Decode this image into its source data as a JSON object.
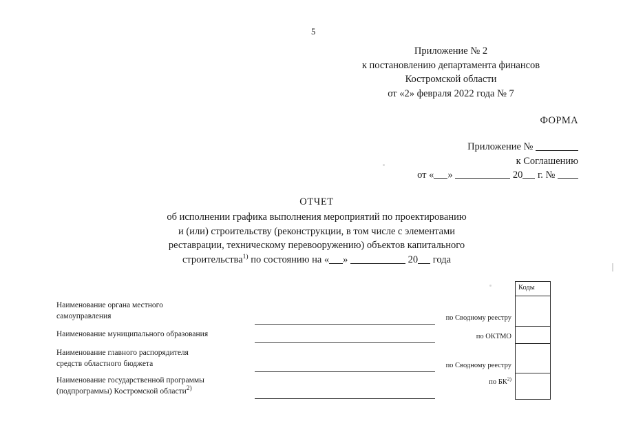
{
  "document": {
    "page_number": "5",
    "appendix_header": {
      "lines": [
        "Приложение № 2",
        "к постановлению департамента финансов",
        "Костромской области",
        "от «2» февраля 2022 года № 7"
      ]
    },
    "form_word": "ФОРМА",
    "agreement_block": {
      "line1_prefix": "Приложение №",
      "line2": "к Соглашению",
      "line3_part1": "от «",
      "line3_part2": "»",
      "line3_part3": "20",
      "line3_part4": "г. №"
    },
    "report": {
      "title": "ОТЧЕТ",
      "subtitle_lines": [
        "об исполнении графика выполнения мероприятий по проектированию",
        "и (или) строительству (реконструкции, в том числе с элементами",
        "реставрации, техническому перевооружению) объектов капитального"
      ],
      "subtitle_last_prefix": "строительства",
      "subtitle_last_sup": "1)",
      "subtitle_last_mid": "по состоянию на «",
      "subtitle_last_quote": "»",
      "subtitle_last_year": "20",
      "subtitle_last_suffix": "года"
    },
    "fields": [
      {
        "label_lines": [
          "Наименование органа местного",
          "самоуправления"
        ],
        "code_caption": "по Сводному реестру",
        "code_caption_sup": ""
      },
      {
        "label_lines": [
          "Наименование муниципального образования"
        ],
        "code_caption": "по ОКТМО",
        "code_caption_sup": ""
      },
      {
        "label_lines": [
          "Наименование главного распорядителя",
          "средств областного бюджета"
        ],
        "code_caption": "по Сводному реестру",
        "code_caption_sup": ""
      },
      {
        "label_lines": [
          "Наименование государственной программы",
          "(подпрограммы) Костромской области"
        ],
        "label_sup": "2)",
        "code_caption": "по БК",
        "code_caption_sup": "2)"
      }
    ],
    "codes_table": {
      "header": "Коды",
      "values": [
        "",
        "",
        "",
        "",
        ""
      ]
    },
    "colors": {
      "text": "#1a1a1a",
      "rule": "#3a3a3a",
      "table_border": "#2b2b2b",
      "background": "#ffffff"
    }
  }
}
